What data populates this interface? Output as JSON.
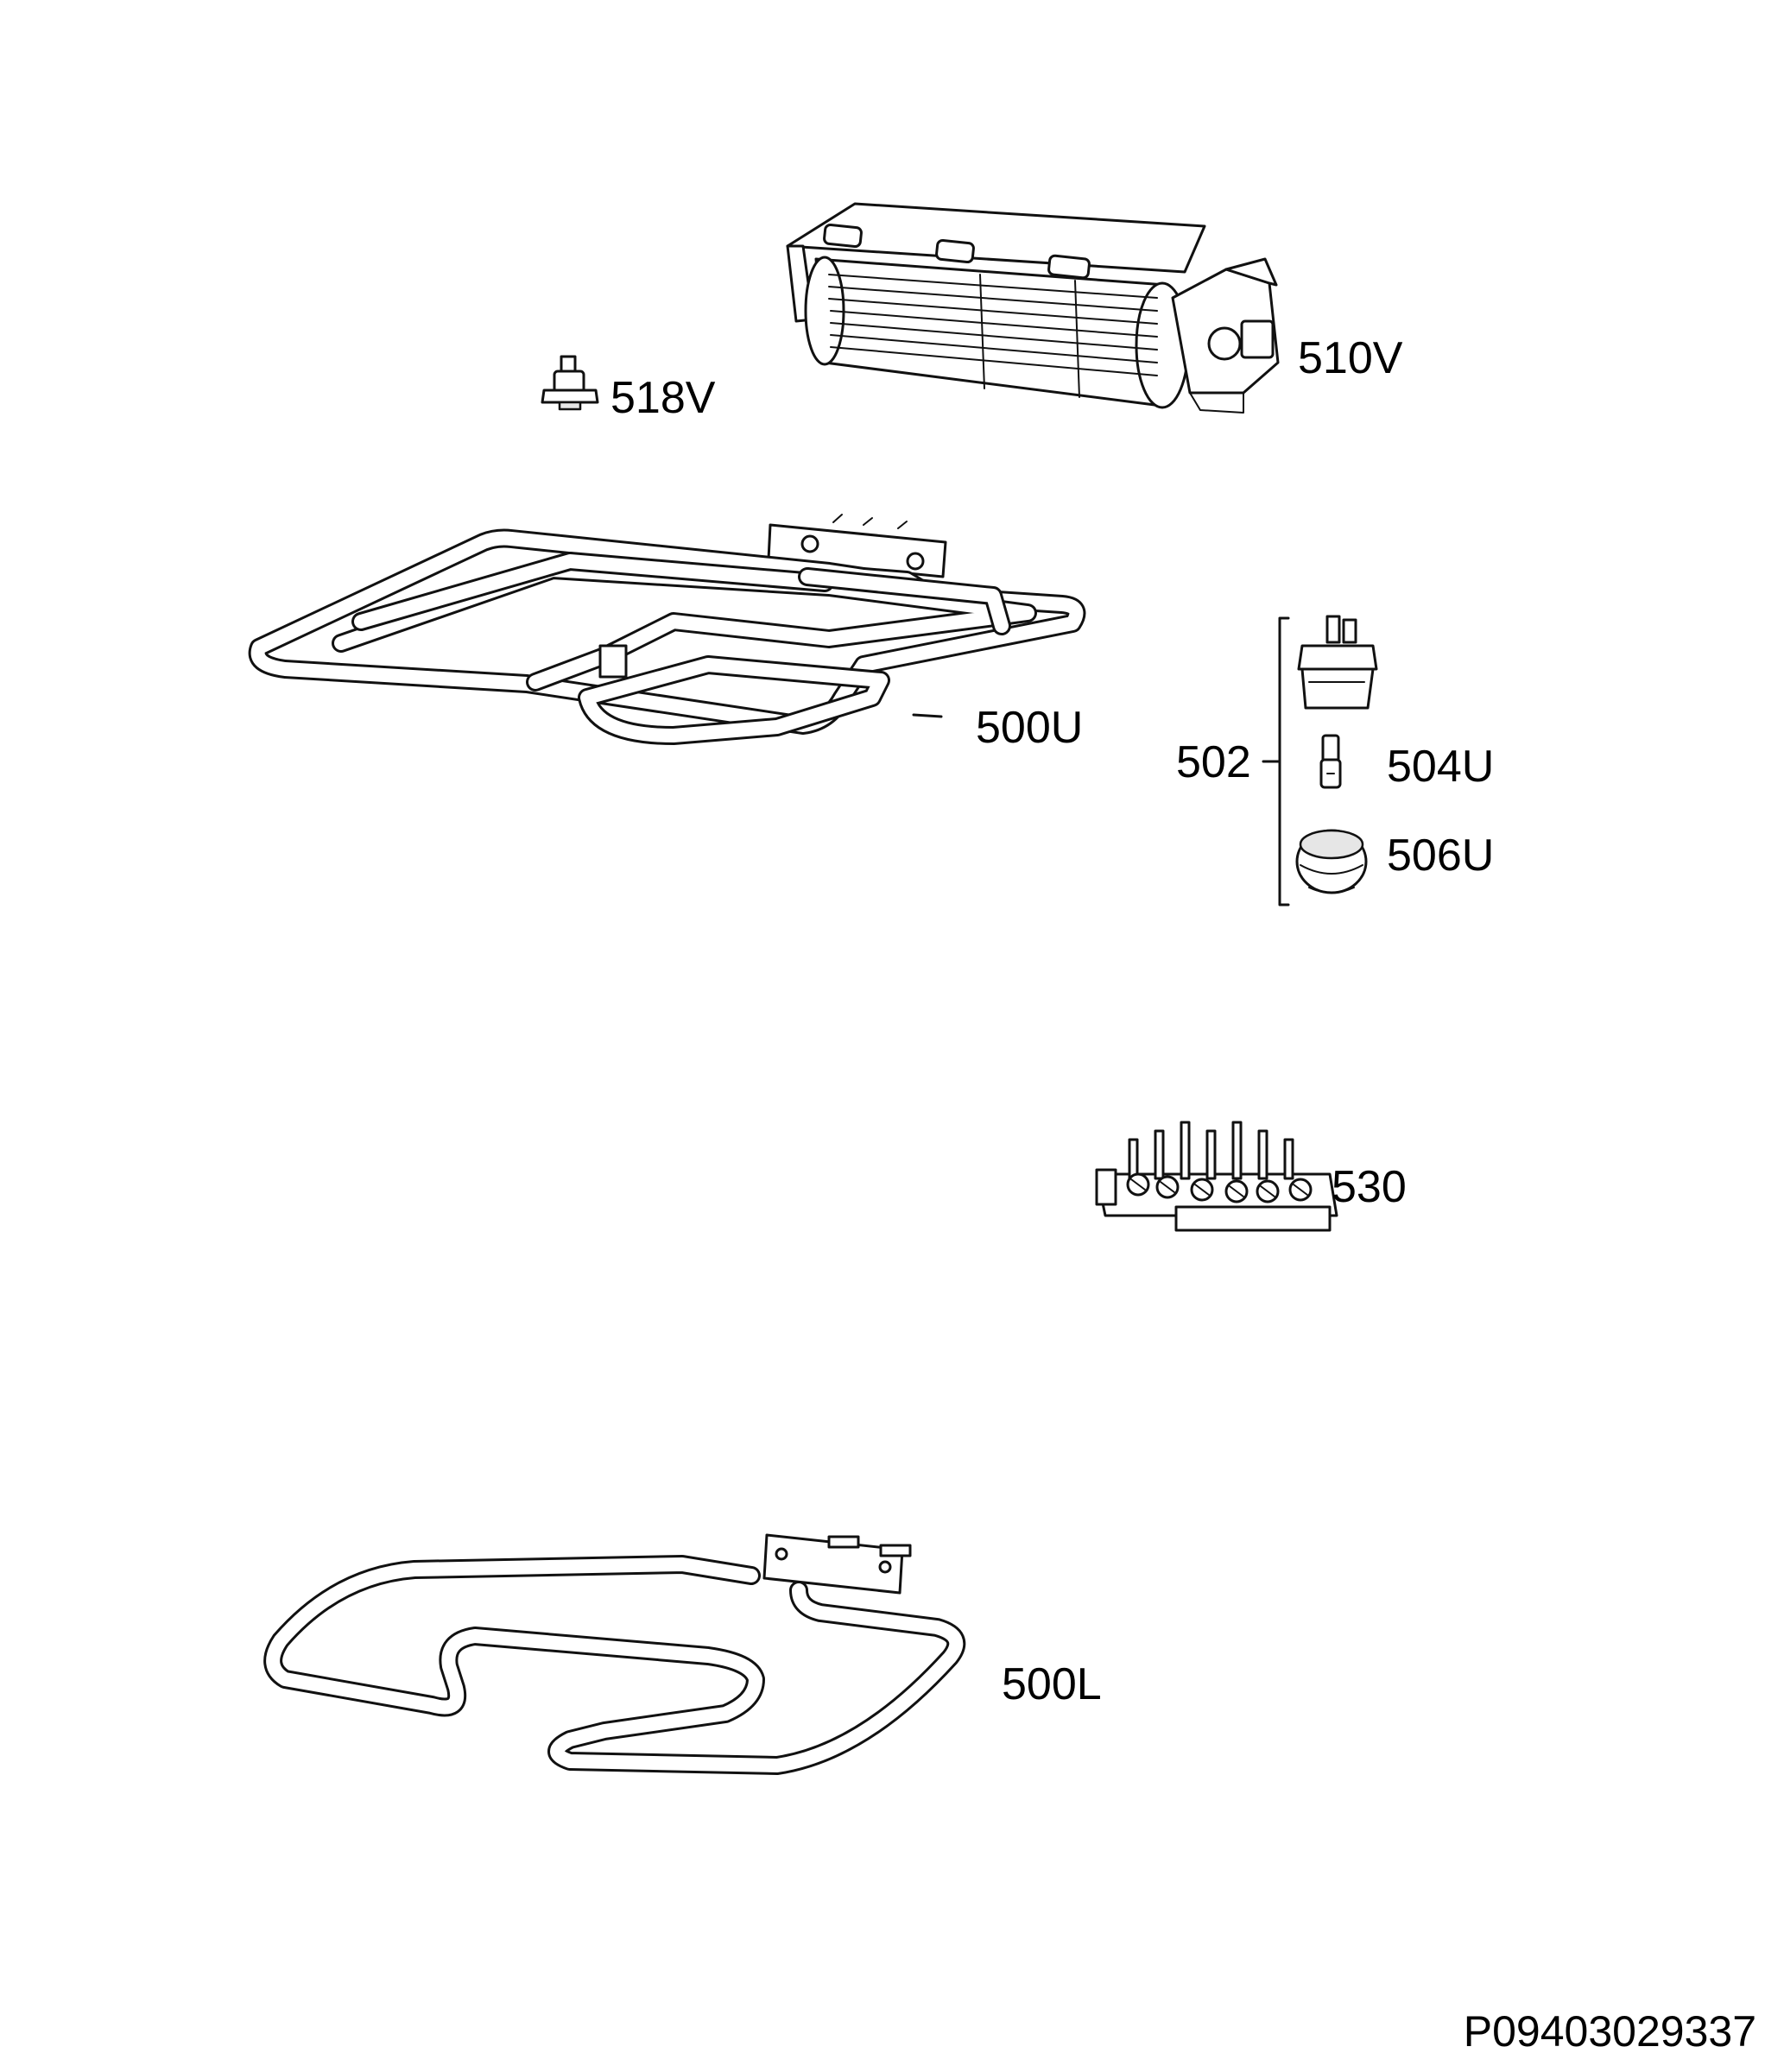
{
  "parts": {
    "fan": "510V",
    "thermostat": "518V",
    "upper_element": "500U",
    "lamp_group": "502",
    "lamp_bulb": "504U",
    "lamp_cover": "506U",
    "terminal_block": "530",
    "lower_element": "500L"
  },
  "drawing_code": "P09403029337"
}
